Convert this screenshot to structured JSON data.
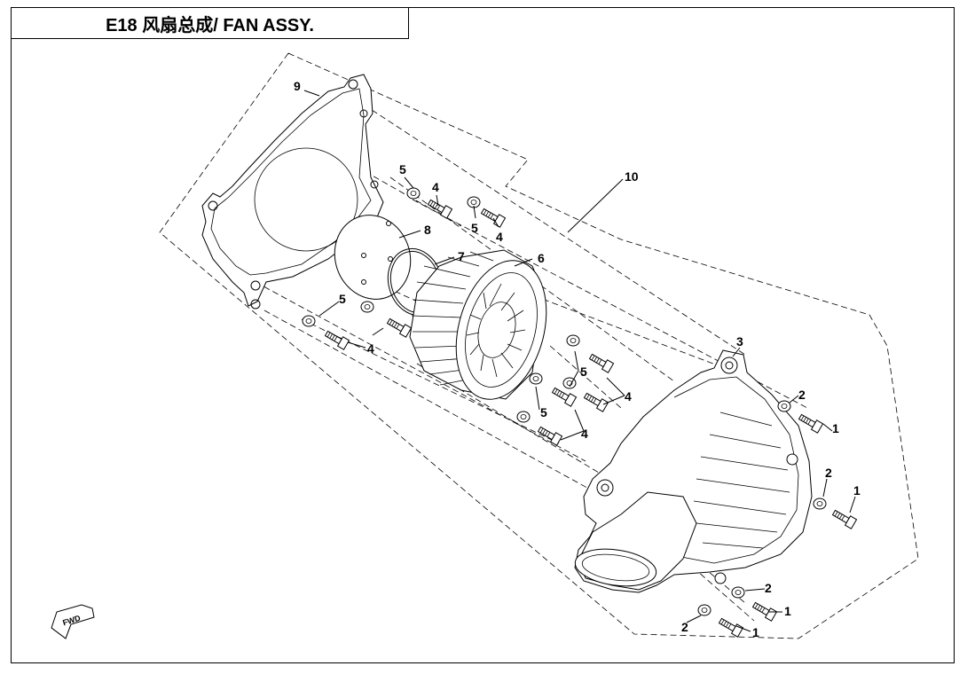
{
  "title": {
    "text": "E18 风扇总成/ FAN ASSY."
  },
  "callouts": {
    "c1a": "1",
    "c1b": "1",
    "c1c": "1",
    "c1d": "1",
    "c2a": "2",
    "c2b": "2",
    "c2c": "2",
    "c2d": "2",
    "c3": "3",
    "c4a": "4",
    "c4b": "4",
    "c4c": "4",
    "c4d": "4",
    "c4e": "4",
    "c5a": "5",
    "c5b": "5",
    "c5c": "5",
    "c5d": "5",
    "c5e": "5",
    "c6": "6",
    "c7": "7",
    "c8": "8",
    "c9": "9",
    "c10": "10"
  },
  "fwd_badge": {
    "text": "FWD"
  }
}
